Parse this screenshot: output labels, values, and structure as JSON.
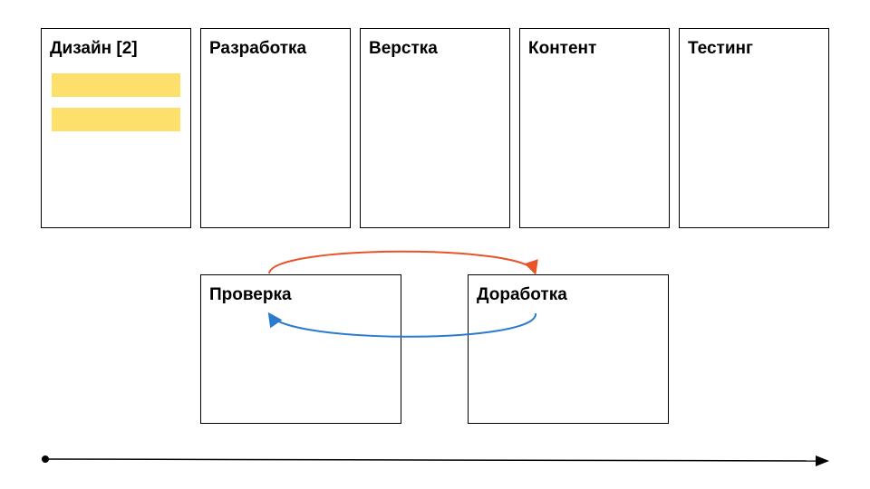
{
  "columns": [
    {
      "title": "Дизайн [2]",
      "cards": 2
    },
    {
      "title": "Разработка"
    },
    {
      "title": "Верстка"
    },
    {
      "title": "Контент"
    },
    {
      "title": "Тестинг"
    }
  ],
  "loop": {
    "left": {
      "title": "Проверка"
    },
    "right": {
      "title": "Доработка"
    }
  },
  "colors": {
    "forward_arrow": "#e8542a",
    "back_arrow": "#2a7bd0",
    "card": "#fde06b"
  }
}
